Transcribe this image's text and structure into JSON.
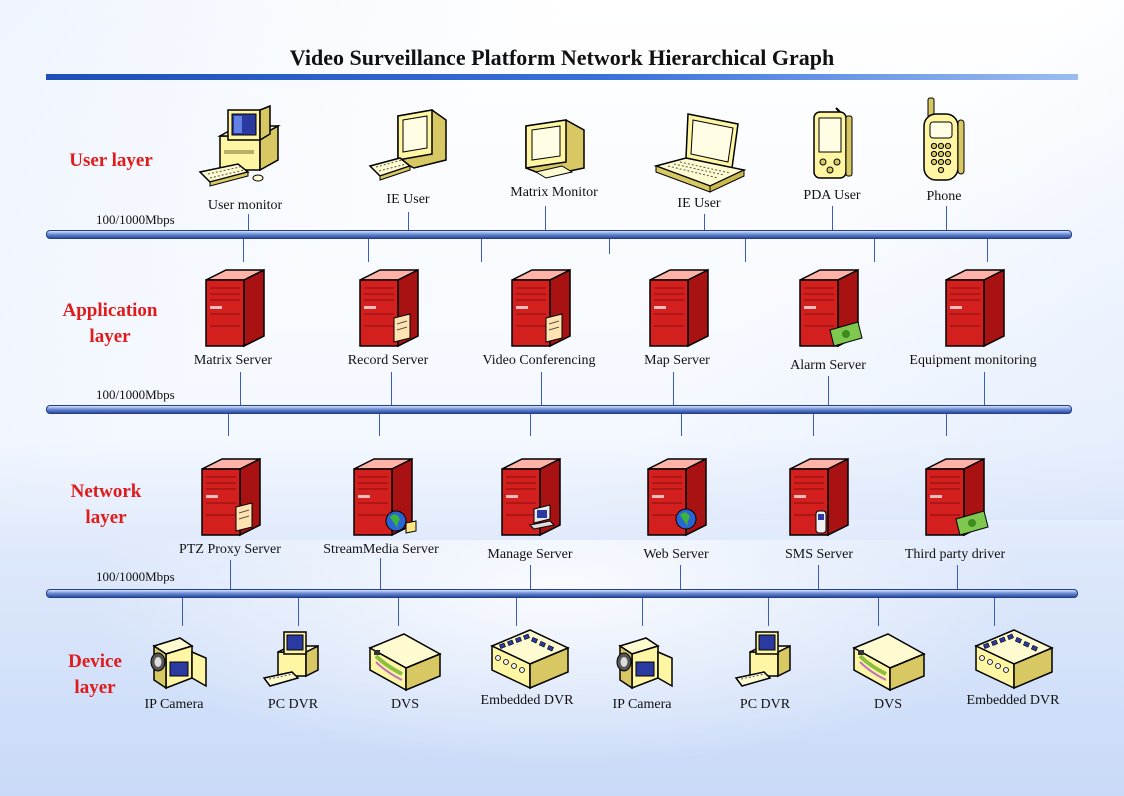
{
  "title": "Video Surveillance Platform Network Hierarchical Graph",
  "layers": {
    "user": "User layer",
    "application_1": "Application",
    "application_2": "layer",
    "network_1": "Network",
    "network_2": "layer",
    "device_1": "Device",
    "device_2": "layer"
  },
  "bus_speed": "100/1000Mbps",
  "user_nodes": [
    "User monitor",
    "IE User",
    "Matrix Monitor",
    "IE User",
    "PDA User",
    "Phone"
  ],
  "application_nodes": [
    "Matrix Server",
    "Record Server",
    "Video Conferencing",
    "Map Server",
    "Alarm Server",
    "Equipment monitoring"
  ],
  "network_nodes": [
    "PTZ Proxy Server",
    "StreamMedia Server",
    "Manage Server",
    "Web Server",
    "SMS Server",
    "Third party driver"
  ],
  "device_nodes": [
    "IP Camera",
    "PC DVR",
    "DVS",
    "Embedded DVR",
    "IP Camera",
    "PC DVR",
    "DVS",
    "Embedded DVR"
  ],
  "icons": {
    "user": [
      "desktop-computer-icon",
      "crt-monitor-icon",
      "crt-monitor-icon",
      "laptop-icon",
      "pda-icon",
      "mobile-phone-icon"
    ],
    "server": "red-server-tower-icon",
    "device": [
      "video-camera-icon",
      "desktop-computer-icon",
      "dvs-box-icon",
      "embedded-dvr-icon"
    ]
  },
  "colors": {
    "layer_label": "#e01b1b",
    "server_red": "#d41f1f",
    "bus_blue": "#2c4b9e",
    "device_yellow": "#fff7b0"
  }
}
